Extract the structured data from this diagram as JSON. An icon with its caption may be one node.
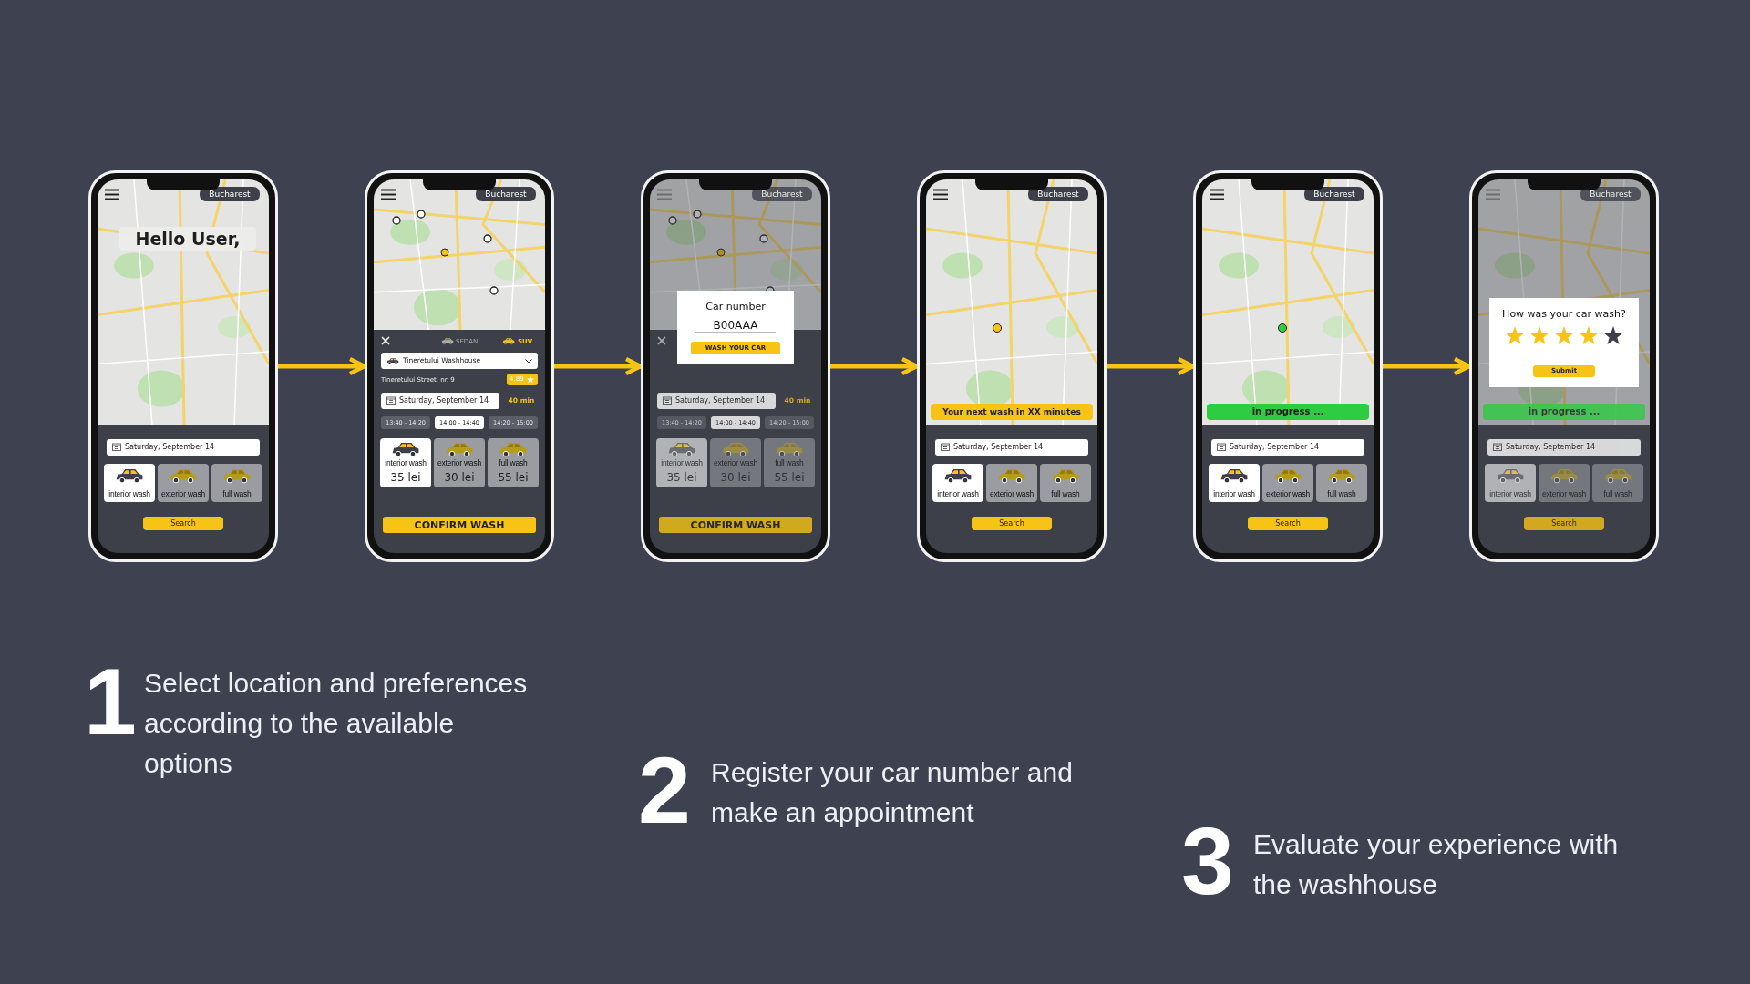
{
  "diagram": {
    "nodes": [
      {
        "text": [
          "Bucharest",
          "Hello User,",
          "Saturday, September 14",
          "interior wash",
          "exterior wash",
          "full wash",
          "Search"
        ]
      },
      {
        "text": [
          "Bucharest",
          "SEDAN",
          "SUV",
          "Tineretului Washhouse",
          "Tineretului Street, nr. 9",
          "4.89",
          "Saturday, September 14",
          "40 min",
          "13:40 - 14:20",
          "14:00 - 14:40",
          "14:20 - 15:00",
          "interior wash",
          "35 lei",
          "exterior wash",
          "30 lei",
          "full wash",
          "55 lei",
          "CONFIRM WASH"
        ]
      },
      {
        "text": [
          "Bucharest",
          "Car number",
          "B00AAA",
          "WASH YOUR CAR",
          "Saturday, September 14",
          "40 min",
          "13:40 - 14:20",
          "14:00 - 14:40",
          "14:20 - 15:00",
          "interior wash",
          "35 lei",
          "exterior wash",
          "30 lei",
          "full wash",
          "55 lei",
          "CONFIRM WASH"
        ]
      },
      {
        "text": [
          "Bucharest",
          "Your next wash in XX minutes",
          "Saturday, September 14",
          "interior wash",
          "exterior wash",
          "full wash",
          "Search"
        ]
      },
      {
        "text": [
          "Bucharest",
          "in progress ...",
          "Saturday, September 14",
          "interior wash",
          "exterior wash",
          "full wash",
          "Search"
        ]
      },
      {
        "text": [
          "Bucharest",
          "How was your car wash?",
          "Submit",
          "in progress ...",
          "Saturday, September 14",
          "interior wash",
          "exterior wash",
          "full wash",
          "Search"
        ]
      }
    ],
    "edges": [
      {
        "from": 0,
        "to": 1,
        "arrow": "to"
      },
      {
        "from": 1,
        "to": 2,
        "arrow": "to"
      },
      {
        "from": 2,
        "to": 3,
        "arrow": "to"
      },
      {
        "from": 3,
        "to": 4,
        "arrow": "to"
      },
      {
        "from": 4,
        "to": 5,
        "arrow": "to"
      }
    ],
    "labels": [
      "1",
      "Select location and preferences according to the available options",
      "2",
      "Register your car number and make an appointment",
      "3",
      "Evaluate your experience with the washhouse"
    ]
  }
}
